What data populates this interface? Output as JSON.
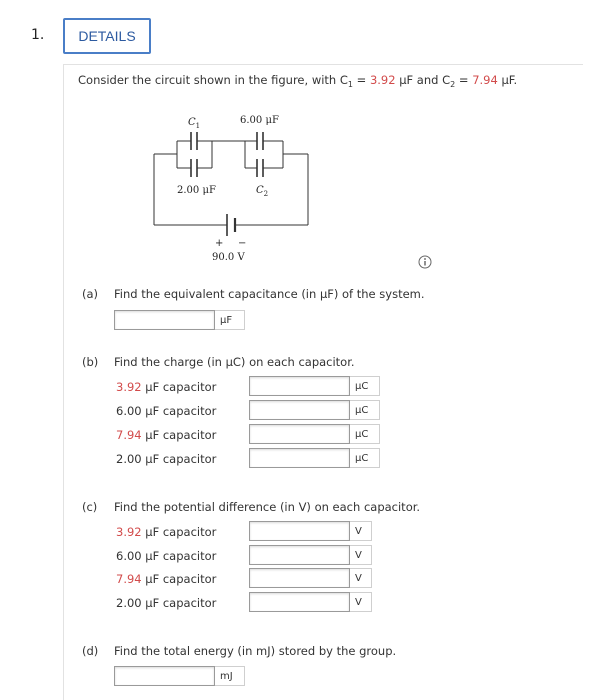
{
  "header": {
    "number": "1.",
    "details_label": "DETAILS"
  },
  "question": {
    "prefix": "Consider the circuit shown in the figure, with C",
    "c1_sub": "1",
    "eq1": " = ",
    "c1_value": "3.92",
    "mid": " μF and C",
    "c2_sub": "2",
    "eq2": " = ",
    "c2_value": "7.94",
    "suffix": " μF."
  },
  "figure": {
    "c1_label": "C",
    "c1_sub": "1",
    "c_top_value": "6.00 μF",
    "c_bottom_left_value": "2.00 μF",
    "c2_label": "C",
    "c2_sub": "2",
    "battery_plus": "+",
    "battery_minus": "−",
    "battery_value": "90.0 V"
  },
  "colors": {
    "accent_blue": "#2c5aa0",
    "highlight_red": "#d24b4b"
  },
  "parts": {
    "a": {
      "letter": "(a)",
      "prompt": "Find the equivalent capacitance (in μF) of the system.",
      "unit": "μF",
      "value": ""
    },
    "b": {
      "letter": "(b)",
      "prompt": "Find the charge (in μC) on each capacitor.",
      "rows": [
        {
          "value_num": "3.92",
          "label": " μF capacitor",
          "unit": "μC",
          "value": ""
        },
        {
          "value_num": "6.00",
          "label": " μF capacitor",
          "unit": "μC",
          "value": ""
        },
        {
          "value_num": "7.94",
          "label": " μF capacitor",
          "unit": "μC",
          "value": ""
        },
        {
          "value_num": "2.00",
          "label": " μF capacitor",
          "unit": "μC",
          "value": ""
        }
      ]
    },
    "c": {
      "letter": "(c)",
      "prompt": "Find the potential difference (in V) on each capacitor.",
      "rows": [
        {
          "value_num": "3.92",
          "label": " μF capacitor",
          "unit": "V",
          "value": ""
        },
        {
          "value_num": "6.00",
          "label": " μF capacitor",
          "unit": "V",
          "value": ""
        },
        {
          "value_num": "7.94",
          "label": " μF capacitor",
          "unit": "V",
          "value": ""
        },
        {
          "value_num": "2.00",
          "label": " μF capacitor",
          "unit": "V",
          "value": ""
        }
      ]
    },
    "d": {
      "letter": "(d)",
      "prompt": "Find the total energy (in mJ) stored by the group.",
      "unit": "mJ",
      "value": ""
    }
  }
}
